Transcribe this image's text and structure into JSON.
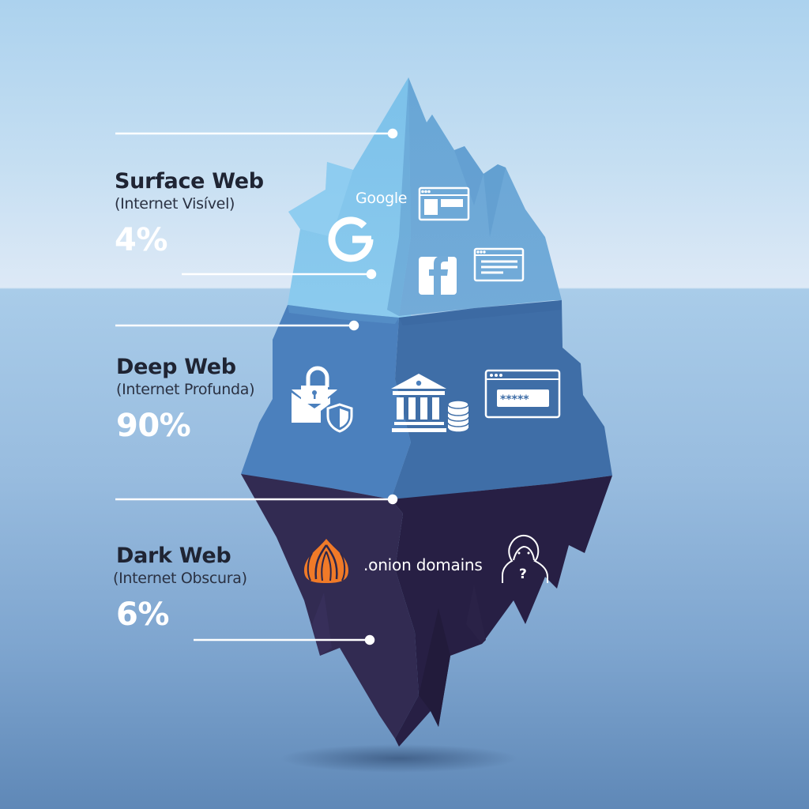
{
  "infographic": {
    "type": "iceberg",
    "colors": {
      "sky": "#c4def2",
      "water_top": "#a9cce9",
      "water_bottom": "#5f88b7",
      "surface_layer": "#7fbfe6",
      "deep_layer": "#4a7cb8",
      "dark_layer": "#2c264a",
      "label_text": "#1f2433",
      "percentage_text": "#ffffff",
      "onion_accent": "#f07a28"
    },
    "layers": [
      {
        "id": "surface",
        "title": "Surface Web",
        "subtitle": "(Internet Visível)",
        "percentage": "4%",
        "icons": [
          "google-logo",
          "browser-window-layout",
          "facebook-logo",
          "browser-window-text"
        ],
        "caption": "Google"
      },
      {
        "id": "deep",
        "title": "Deep Web",
        "subtitle": "(Internet Profunda)",
        "percentage": "90%",
        "icons": [
          "secure-email",
          "bank-with-coins",
          "password-login-window"
        ]
      },
      {
        "id": "dark",
        "title": "Dark Web",
        "subtitle": "(Internet Obscura)",
        "percentage": "6%",
        "icons": [
          "onion-logo",
          "anonymous-hooded-figure"
        ],
        "caption": ".onion domains"
      }
    ]
  }
}
